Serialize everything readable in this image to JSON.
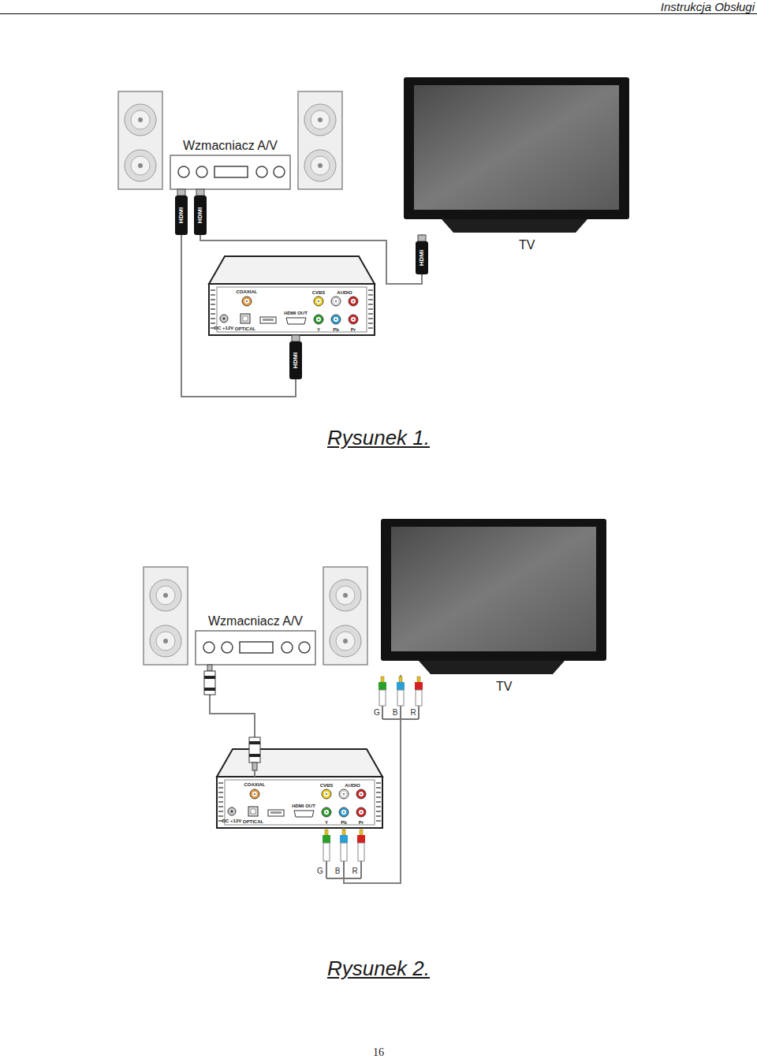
{
  "diagram": {
    "nodes": [
      {
        "text": [
          "Wzmacniacz A/V"
        ]
      },
      {
        "text": [
          "TV"
        ]
      },
      {
        "text": [
          "COAXIAL",
          "CVBS",
          "AUDIO",
          "HDMI OUT",
          "DC +12V",
          "OPTICAL",
          "Y",
          "Pb",
          "Pr"
        ]
      },
      {
        "text": [
          "Wzmacniacz A/V"
        ]
      },
      {
        "text": [
          "TV"
        ]
      },
      {
        "text": [
          "COAXIAL",
          "CVBS",
          "AUDIO",
          "HDMI OUT",
          "DC +12V",
          "OPTICAL",
          "Y",
          "Pb",
          "Pr"
        ]
      }
    ],
    "edges": [
      {
        "from": 2,
        "to": 0,
        "arrow": "none"
      },
      {
        "from": 0,
        "to": 1,
        "arrow": "none"
      },
      {
        "from": 5,
        "to": 3,
        "arrow": "none"
      },
      {
        "from": 5,
        "to": 4,
        "arrow": "none"
      }
    ],
    "labels": [
      "Instrukcja Obsługi",
      "HDMI",
      "HDMI",
      "HDMI",
      "HDMI",
      "Rysunek 1.",
      "G",
      "B",
      "R",
      "G",
      "B",
      "R",
      "Rysunek 2.",
      "16"
    ]
  }
}
